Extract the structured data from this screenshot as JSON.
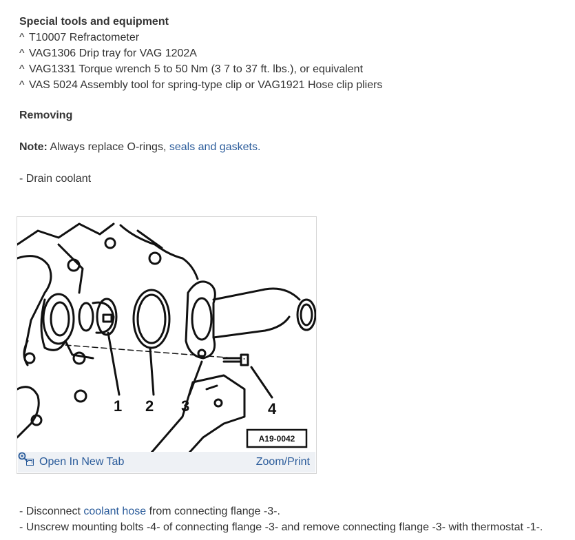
{
  "tools": {
    "heading": "Special tools and equipment",
    "items": [
      {
        "bullet": "^",
        "text": "T10007 Refractometer"
      },
      {
        "bullet": "^",
        "text": "VAG1306 Drip tray for VAG 1202A"
      },
      {
        "bullet": "^",
        "text": "VAG1331 Torque wrench 5 to 50 Nm (3 7 to 37 ft. lbs.), or equivalent"
      },
      {
        "bullet": "^",
        "text": "VAS 5024 Assembly tool for spring-type clip or VAG1921 Hose clip pliers"
      }
    ]
  },
  "removing": {
    "heading": "Removing",
    "note_label": "Note:",
    "note_text": "Always replace O-rings,",
    "note_link": "seals and gaskets",
    "note_end": ".",
    "step1": "-  Drain coolant"
  },
  "figure": {
    "labels": [
      "1",
      "2",
      "3",
      "4"
    ],
    "code": "A19-0042",
    "open_tab": "Open In New Tab",
    "zoom": "Zoom/Print"
  },
  "steps": {
    "step2_pre": "-  Disconnect",
    "step2_link": "coolant hose",
    "step2_post": "from connecting flange -3-.",
    "step3": "-  Unscrew mounting bolts -4- of connecting flange -3- and remove connecting flange -3- with thermostat -1-."
  }
}
